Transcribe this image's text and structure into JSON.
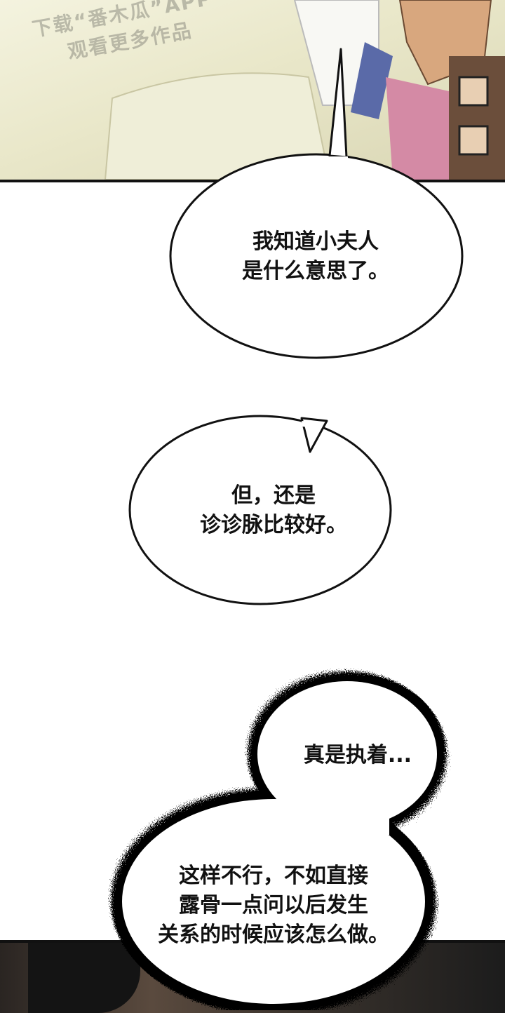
{
  "watermark": {
    "line1": "下载“番木瓜”APP",
    "line2": "观看更多作品"
  },
  "bubbles": {
    "bubble1": {
      "line1": "我知道小夫人",
      "line2": "是什么意思了。"
    },
    "bubble2": {
      "line1": "但，还是",
      "line2": "诊诊脉比较好。"
    },
    "bubble3": {
      "line1": "真是执着..."
    },
    "bubble4": {
      "line1": "这样不行，不如直接",
      "line2": "露骨一点问以后发生",
      "line3": "关系的时候应该怎么做。"
    }
  }
}
